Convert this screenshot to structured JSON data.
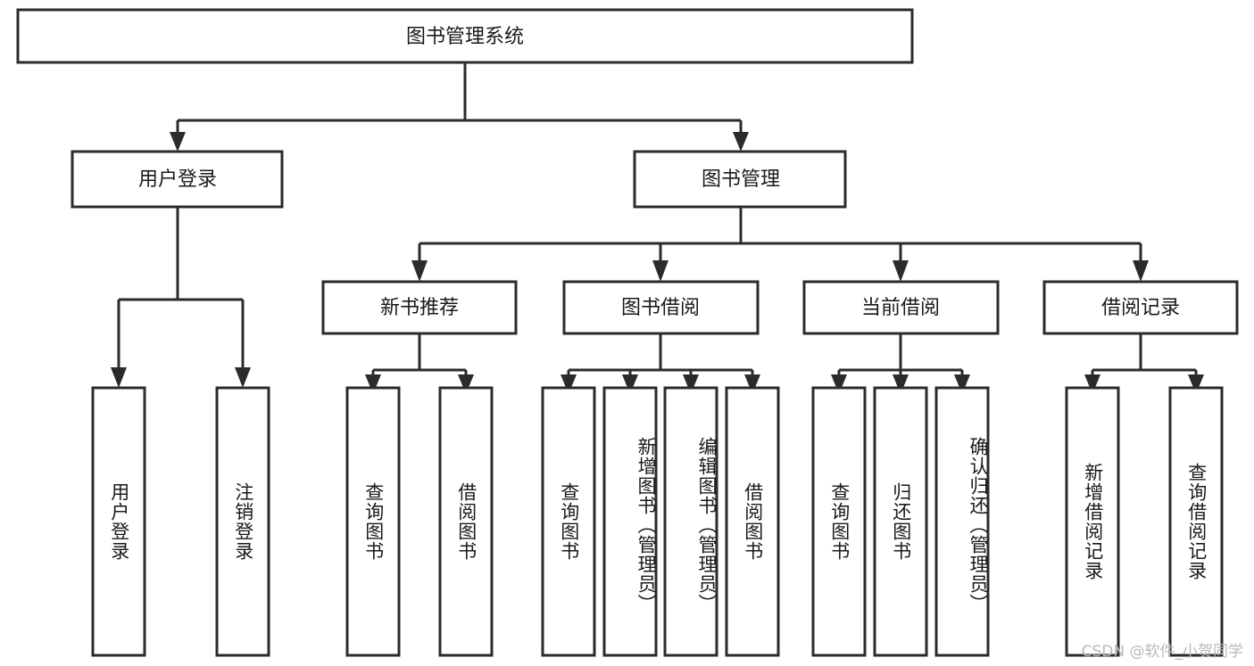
{
  "diagram": {
    "type": "tree",
    "title": "图书管理系统",
    "watermark": "CSDN @软件_小贺同学",
    "colors": {
      "stroke": "#2b2b2b",
      "fill": "#ffffff",
      "text": "#1a1a1a",
      "watermark": "#b9b9b9",
      "background": "#ffffff"
    },
    "levels": {
      "root": "图书管理系统",
      "level2": [
        "用户登录",
        "图书管理"
      ],
      "level3": [
        "新书推荐",
        "图书借阅",
        "当前借阅",
        "借阅记录"
      ]
    },
    "nodes": {
      "root": {
        "label": "图书管理系统"
      },
      "user_login": {
        "label": "用户登录"
      },
      "book_manage": {
        "label": "图书管理"
      },
      "new_book_rec": {
        "label": "新书推荐"
      },
      "book_borrow": {
        "label": "图书借阅"
      },
      "current_borrow": {
        "label": "当前借阅"
      },
      "borrow_record": {
        "label": "借阅记录"
      }
    },
    "leaves": {
      "user_login": [
        {
          "label": "用户登录"
        },
        {
          "label": "注销登录"
        }
      ],
      "new_book_rec": [
        {
          "label": "查询图书"
        },
        {
          "label": "借阅图书"
        }
      ],
      "book_borrow": [
        {
          "label": "查询图书"
        },
        {
          "label": "新增图书（管理员）"
        },
        {
          "label": "编辑图书（管理员）"
        },
        {
          "label": "借阅图书"
        }
      ],
      "current_borrow": [
        {
          "label": "查询图书"
        },
        {
          "label": "归还图书"
        },
        {
          "label": "确认归还（管理员）"
        }
      ],
      "borrow_record": [
        {
          "label": "新增借阅记录"
        },
        {
          "label": "查询借阅记录"
        }
      ]
    }
  }
}
